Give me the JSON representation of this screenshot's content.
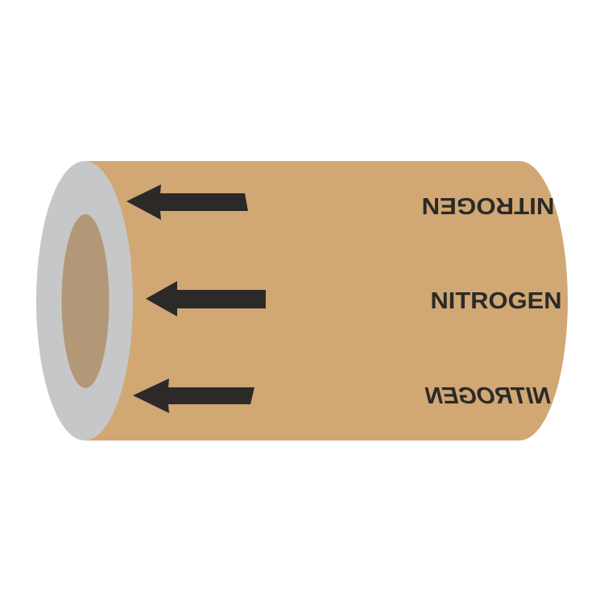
{
  "product": {
    "type": "pipe-marker",
    "medium": "NITROGEN",
    "flow_direction": "left"
  },
  "labels": {
    "top": "NITROGEN",
    "middle": "NITROGEN",
    "bottom": "NITROGEN"
  },
  "icons": {
    "arrows": [
      "arrow-left-icon",
      "arrow-left-icon",
      "arrow-left-icon"
    ]
  },
  "colors": {
    "background": "#FFFFFF",
    "pipe_body": "#D1A774",
    "pipe_end_ring": "#C6C7C8",
    "pipe_inner": "#B39877",
    "ink": "#2B2A28"
  }
}
